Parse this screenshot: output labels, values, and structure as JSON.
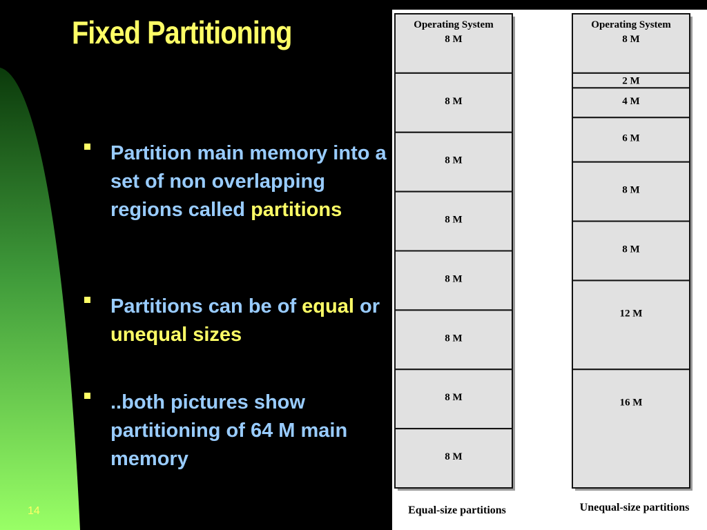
{
  "slide": {
    "title": "Fixed Partitioning",
    "page_number": "14",
    "colors": {
      "title": "#ffff66",
      "text": "#99ccff",
      "highlight": "#ffff66",
      "background": "#000000"
    }
  },
  "bullets": [
    {
      "pre": "Partition main memory into a set of non overlapping regions called ",
      "hl1": "partitions",
      "mid": "",
      "hl2": "",
      "post": ""
    },
    {
      "pre": "Partitions can be of ",
      "hl1": "equal",
      "mid": " or ",
      "hl2": "unequal sizes",
      "post": ""
    },
    {
      "pre": "..both pictures show partitioning of 64 M main memory",
      "hl1": "",
      "mid": "",
      "hl2": "",
      "post": ""
    }
  ],
  "diagram": {
    "equal": {
      "caption": "Equal-size partitions",
      "partitions": [
        {
          "line1": "Operating System",
          "line2": "8 M",
          "size_m": 8
        },
        {
          "line1": "8 M",
          "line2": "",
          "size_m": 8
        },
        {
          "line1": "8 M",
          "line2": "",
          "size_m": 8
        },
        {
          "line1": "8 M",
          "line2": "",
          "size_m": 8
        },
        {
          "line1": "8 M",
          "line2": "",
          "size_m": 8
        },
        {
          "line1": "8 M",
          "line2": "",
          "size_m": 8
        },
        {
          "line1": "8 M",
          "line2": "",
          "size_m": 8
        },
        {
          "line1": "8 M",
          "line2": "",
          "size_m": 8
        }
      ]
    },
    "unequal": {
      "caption": "Unequal-size partitions",
      "partitions": [
        {
          "line1": "Operating System",
          "line2": "8 M",
          "size_m": 8
        },
        {
          "line1": "2 M",
          "line2": "",
          "size_m": 2
        },
        {
          "line1": "4 M",
          "line2": "",
          "size_m": 4
        },
        {
          "line1": "6 M",
          "line2": "",
          "size_m": 6
        },
        {
          "line1": "8 M",
          "line2": "",
          "size_m": 8
        },
        {
          "line1": "8 M",
          "line2": "",
          "size_m": 8
        },
        {
          "line1": "12 M",
          "line2": "",
          "size_m": 12
        },
        {
          "line1": "16 M",
          "line2": "",
          "size_m": 16
        }
      ]
    }
  }
}
